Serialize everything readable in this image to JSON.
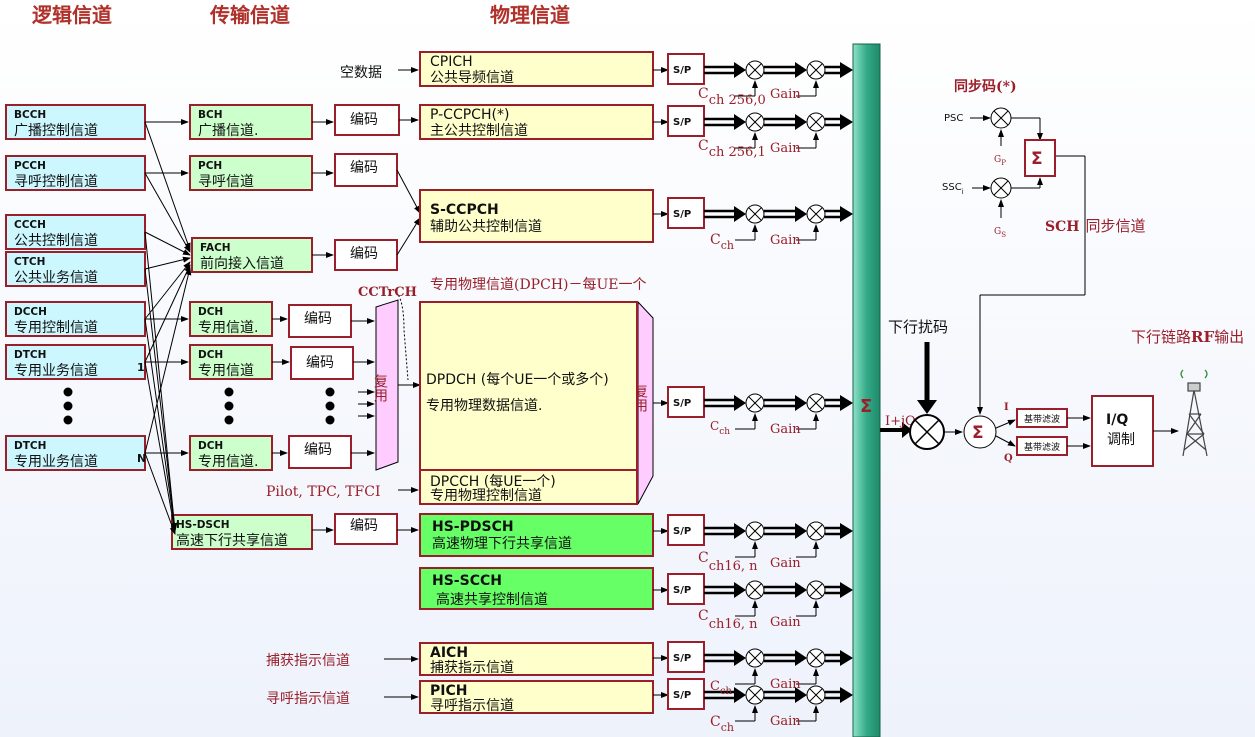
{
  "headers": {
    "logical": "逻辑信道",
    "transport": "传输信道",
    "physical": "物理信道"
  },
  "logical_channels": [
    {
      "abbr": "BCCH",
      "name": "广播控制信道"
    },
    {
      "abbr": "PCCH",
      "name": "寻呼控制信道"
    },
    {
      "abbr": "CCCH",
      "name": "公共控制信道"
    },
    {
      "abbr": "CTCH",
      "name": "公共业务信道"
    },
    {
      "abbr": "DCCH",
      "name": "专用控制信道"
    },
    {
      "abbr": "DTCH",
      "name": "专用业务信道",
      "index": "1"
    },
    {
      "abbr": "DTCH",
      "name": "专用业务信道",
      "index": "N"
    }
  ],
  "transport_channels": [
    {
      "abbr": "BCH",
      "name": "广播信道."
    },
    {
      "abbr": "PCH",
      "name": "寻呼信道"
    },
    {
      "abbr": "FACH",
      "name": "前向接入信道"
    },
    {
      "abbr": "DCH",
      "name": "专用信道."
    },
    {
      "abbr": "DCH",
      "name": "专用信道"
    },
    {
      "abbr": "DCH",
      "name": "专用信道."
    },
    {
      "abbr": "HS-DSCH",
      "name": "高速下行共享信道"
    }
  ],
  "coding_label": "编码",
  "mux_label": "复用",
  "cctrch_label": "CCTrCH",
  "input_labels": {
    "empty_data": "空数据",
    "pilot": "Pilot, TPC, TFCI",
    "aich_in": "捕获指示信道",
    "pich_in": "寻呼指示信道"
  },
  "physical_channels": [
    {
      "abbr": "CPICH",
      "name": "公共导频信道"
    },
    {
      "abbr": "P-CCPCH(*)",
      "name": "主公共控制信道"
    },
    {
      "abbr": "S-CCPCH",
      "name": "辅助公共控制信道"
    },
    {
      "abbr": "DPDCH (每个UE一个或多个)",
      "name": "专用物理数据信道."
    },
    {
      "abbr": "DPCCH (每UE一个)",
      "name": "专用物理控制信道"
    },
    {
      "abbr": "HS-PDSCH",
      "name": "高速物理下行共享信道"
    },
    {
      "abbr": "HS-SCCH",
      "name": "高速共享控制信道"
    },
    {
      "abbr": "AICH",
      "name": "捕获指示信道"
    },
    {
      "abbr": "PICH",
      "name": "寻呼指示信道"
    }
  ],
  "dpch_caption": "专用物理信道(DPCH)－每UE一个",
  "sp_label": "S/P",
  "spread_code_labels": {
    "c1": "C",
    "c1sub": "ch 256,0",
    "c2": "C",
    "c2sub": "ch 256,1",
    "cch": "C",
    "cchsub": "ch",
    "hs1": "C",
    "hs1sub": "ch16, n",
    "hs2": "C",
    "hs2sub": "ch16, n"
  },
  "gain_label": "Gain",
  "sum_label": "Σ",
  "scrambling_label": "下行扰码",
  "iq_in_label": "I+jQ",
  "sync": {
    "title": "同步码(*)",
    "psc": "PSC",
    "ssc": "SSC",
    "ssc_sub": "i",
    "gp": "G",
    "gp_sub": "P",
    "gs": "G",
    "gs_sub": "S",
    "sch_abbr": "SCH",
    "sch_name": "同步信道"
  },
  "baseband": {
    "i": "I",
    "q": "Q",
    "filter": "基带滤波"
  },
  "iq_mod": {
    "line1": "I/Q",
    "line2": "调制"
  },
  "rf_output": {
    "pre": "下行链路",
    "rf": "RF",
    "post": "输出"
  },
  "colors": {
    "logical_fill": "#ccf7ff",
    "transport_fill": "#ccffcc",
    "physical_fill": "#ffffcc",
    "hs_fill": "#66ff66",
    "mux_fill": "#ffccff",
    "sum_bar": "#33aa88",
    "title": "#b0302a",
    "label_red": "#9a1f2a"
  }
}
